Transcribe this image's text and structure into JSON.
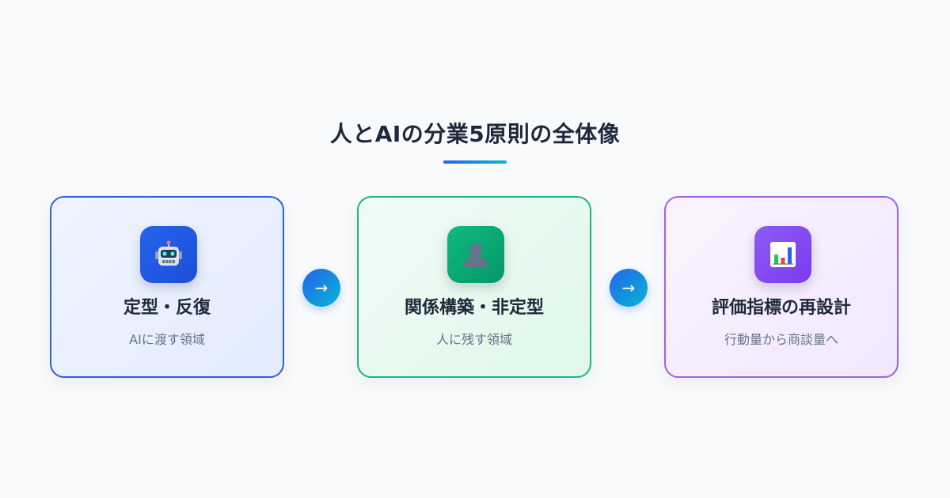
{
  "title": "人とAIの分業5原則の全体像",
  "colors": {
    "background": "#f8fafc",
    "accent_gradient_start": "#2563eb",
    "accent_gradient_end": "#06b6d4",
    "card_1_border": "#2f5fd7",
    "card_2_border": "#1fb47f",
    "card_3_border": "#9b63e6"
  },
  "cards": [
    {
      "icon": "robot-icon",
      "title": "定型・反復",
      "subtitle": "AIに渡す領域"
    },
    {
      "icon": "person-icon",
      "title": "関係構築・非定型",
      "subtitle": "人に残す領域"
    },
    {
      "icon": "bar-chart-icon",
      "title": "評価指標の再設計",
      "subtitle": "行動量から商談量へ"
    }
  ],
  "arrows": [
    {
      "glyph": "→"
    },
    {
      "glyph": "→"
    }
  ]
}
